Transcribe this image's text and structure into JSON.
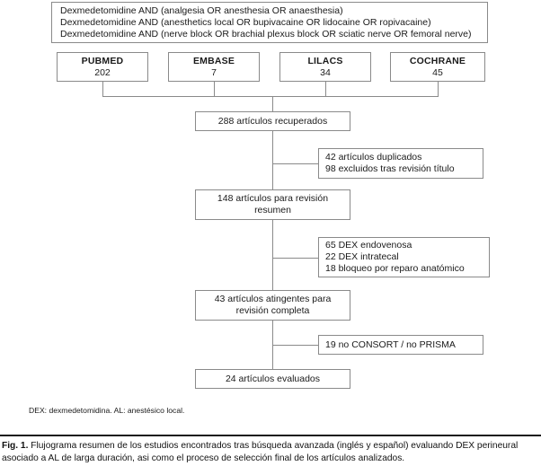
{
  "figure": {
    "search_box": {
      "lines": [
        "Dexmedetomidine AND (analgesia OR anesthesia OR anaesthesia)",
        "Dexmedetomidine AND (anesthetics local OR bupivacaine OR lidocaine OR ropivacaine)",
        "Dexmedetomidine AND (nerve block OR brachial plexus block OR sciatic nerve OR femoral nerve)"
      ]
    },
    "databases": [
      {
        "name": "PUBMED",
        "count": "202"
      },
      {
        "name": "EMBASE",
        "count": "7"
      },
      {
        "name": "LILACS",
        "count": "34"
      },
      {
        "name": "COCHRANE",
        "count": "45"
      }
    ],
    "stages": [
      {
        "lines": [
          "288 artículos recuperados"
        ]
      },
      {
        "lines": [
          "148 artículos para revisión",
          "resumen"
        ]
      },
      {
        "lines": [
          "43 artículos atingentes para",
          "revisión completa"
        ]
      },
      {
        "lines": [
          "24 artículos evaluados"
        ]
      }
    ],
    "exclusions": [
      {
        "lines": [
          "42 artículos duplicados",
          "98 excluidos tras revisión título"
        ]
      },
      {
        "lines": [
          "65 DEX endovenosa",
          "22 DEX intratecal",
          "18 bloqueo por reparo anatómico"
        ]
      },
      {
        "lines": [
          "19 no CONSORT / no PRISMA"
        ]
      }
    ],
    "footnote": "DEX: dexmedetomidina. AL: anestésico local.",
    "caption": {
      "label": "Fig. 1.",
      "text": "Flujograma resumen de los estudios encontrados tras búsqueda avanzada (inglés y español) evaluando DEX perineural asociado a AL de larga duración, asi como el proceso de selección final de los artículos analizados."
    }
  },
  "colors": {
    "border": "#8a8a8a",
    "text": "#1a1a1a",
    "background": "#ffffff"
  }
}
